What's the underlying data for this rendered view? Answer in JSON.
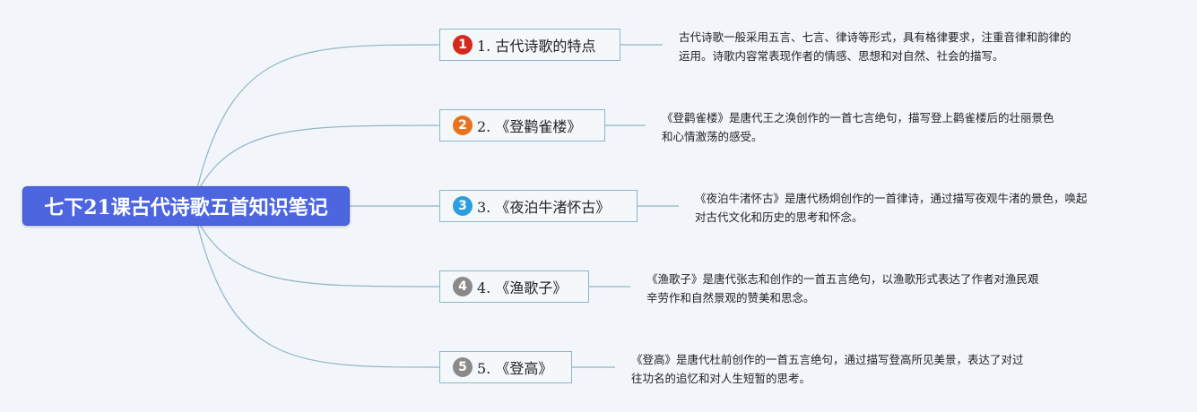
{
  "root": {
    "title": "七下21课古代诗歌五首知识笔记"
  },
  "branches": [
    {
      "number": "1",
      "label": "1. 古代诗歌的特点",
      "badge_color": "#d42a1e",
      "desc_lines": [
        "古代诗歌一般采用五言、七言、律诗等形式，具有格律要求，注重音律和韵律的",
        "运用。诗歌内容常表现作者的情感、思想和对自然、社会的描写。"
      ]
    },
    {
      "number": "2",
      "label": "2. 《登鹳雀楼》",
      "badge_color": "#e8731c",
      "desc_lines": [
        "《登鹳雀楼》是唐代王之涣创作的一首七言绝句，描写登上鹳雀楼后的壮丽景色",
        "和心情激荡的感受。"
      ]
    },
    {
      "number": "3",
      "label": "3. 《夜泊牛渚怀古》",
      "badge_color": "#2a9fe0",
      "desc_lines": [
        "《夜泊牛渚怀古》是唐代杨炯创作的一首律诗，通过描写夜观牛渚的景色，唤起",
        "对古代文化和历史的思考和怀念。"
      ]
    },
    {
      "number": "4",
      "label": "4. 《渔歌子》",
      "badge_color": "#8a8a8a",
      "desc_lines": [
        "《渔歌子》是唐代张志和创作的一首五言绝句，以渔歌形式表达了作者对渔民艰",
        "辛劳作和自然景观的赞美和思念。"
      ]
    },
    {
      "number": "5",
      "label": "5. 《登高》",
      "badge_color": "#8a8a8a",
      "desc_lines": [
        "《登高》是唐代杜前创作的一首五言绝句，通过描写登高所见美景，表达了对过",
        "往功名的追忆和对人生短暂的思考。"
      ]
    }
  ],
  "colors": {
    "root_bg": "#4d66e0",
    "connector": "#8fb5c4"
  }
}
